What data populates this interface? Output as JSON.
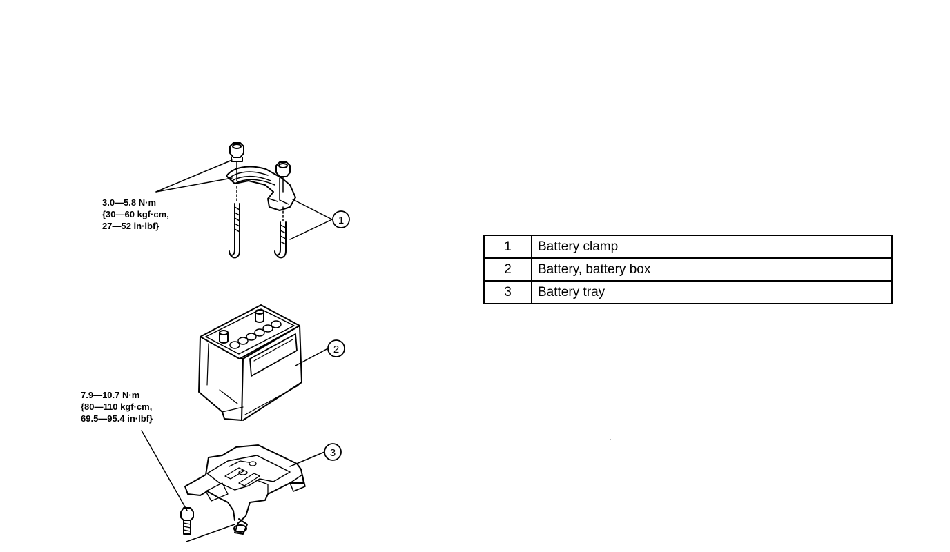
{
  "torque_specs": {
    "clamp": {
      "line1": "3.0—5.8 N·m",
      "line2": "{30—60 kgf·cm,",
      "line3": "27—52 in·lbf}"
    },
    "tray": {
      "line1": "7.9—10.7 N·m",
      "line2": "{80—110 kgf·cm,",
      "line3": "69.5—95.4 in·lbf}"
    }
  },
  "callouts": {
    "clamp": "1",
    "battery": "2",
    "tray": "3"
  },
  "legend": {
    "rows": [
      {
        "num": "1",
        "label": "Battery clamp"
      },
      {
        "num": "2",
        "label": "Battery, battery box"
      },
      {
        "num": "3",
        "label": "Battery tray"
      }
    ]
  }
}
